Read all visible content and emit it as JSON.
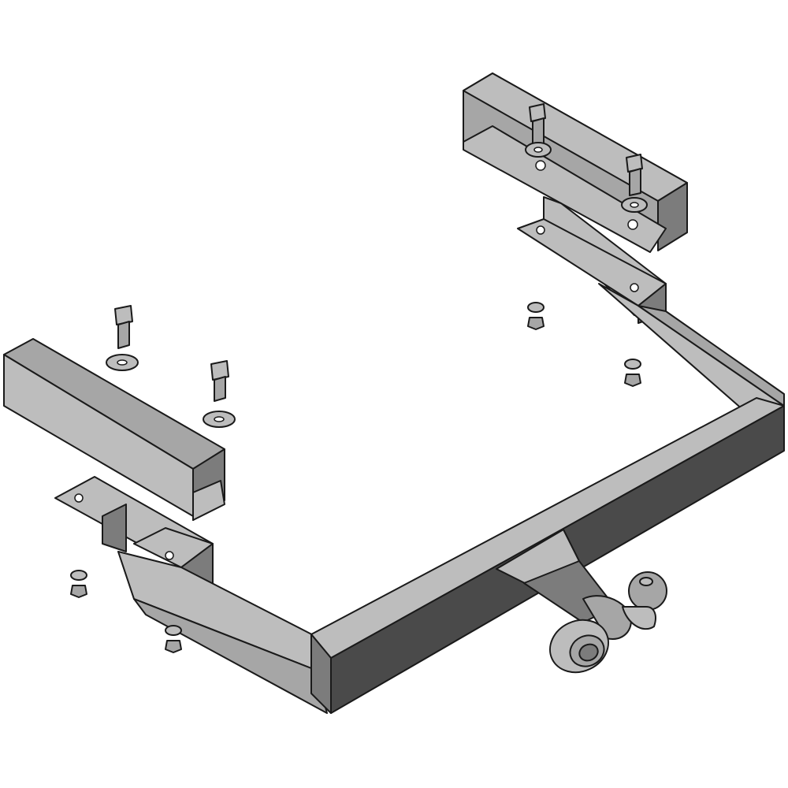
{
  "figure": {
    "subject": "tow-bar",
    "parts": [
      "main-crossbar",
      "left-side-arm",
      "right-side-arm",
      "left-mounting-bracket",
      "right-mounting-bracket",
      "ball-hitch",
      "socket-plate",
      "bolts",
      "washers",
      "nuts"
    ]
  },
  "colors": {
    "metal": "#bdbdbd",
    "shade": "#7c7c7c",
    "outline": "#1a1a1a"
  }
}
